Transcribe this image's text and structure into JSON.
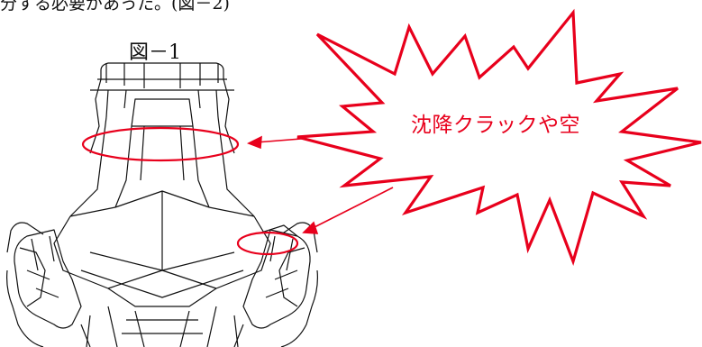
{
  "document": {
    "top_text": "分する必要があった。(図－2)",
    "figure_caption": "図－1",
    "callout_text": "沈降クラックや空"
  },
  "colors": {
    "accent_red": "#e8001c",
    "line_black": "#111111"
  }
}
